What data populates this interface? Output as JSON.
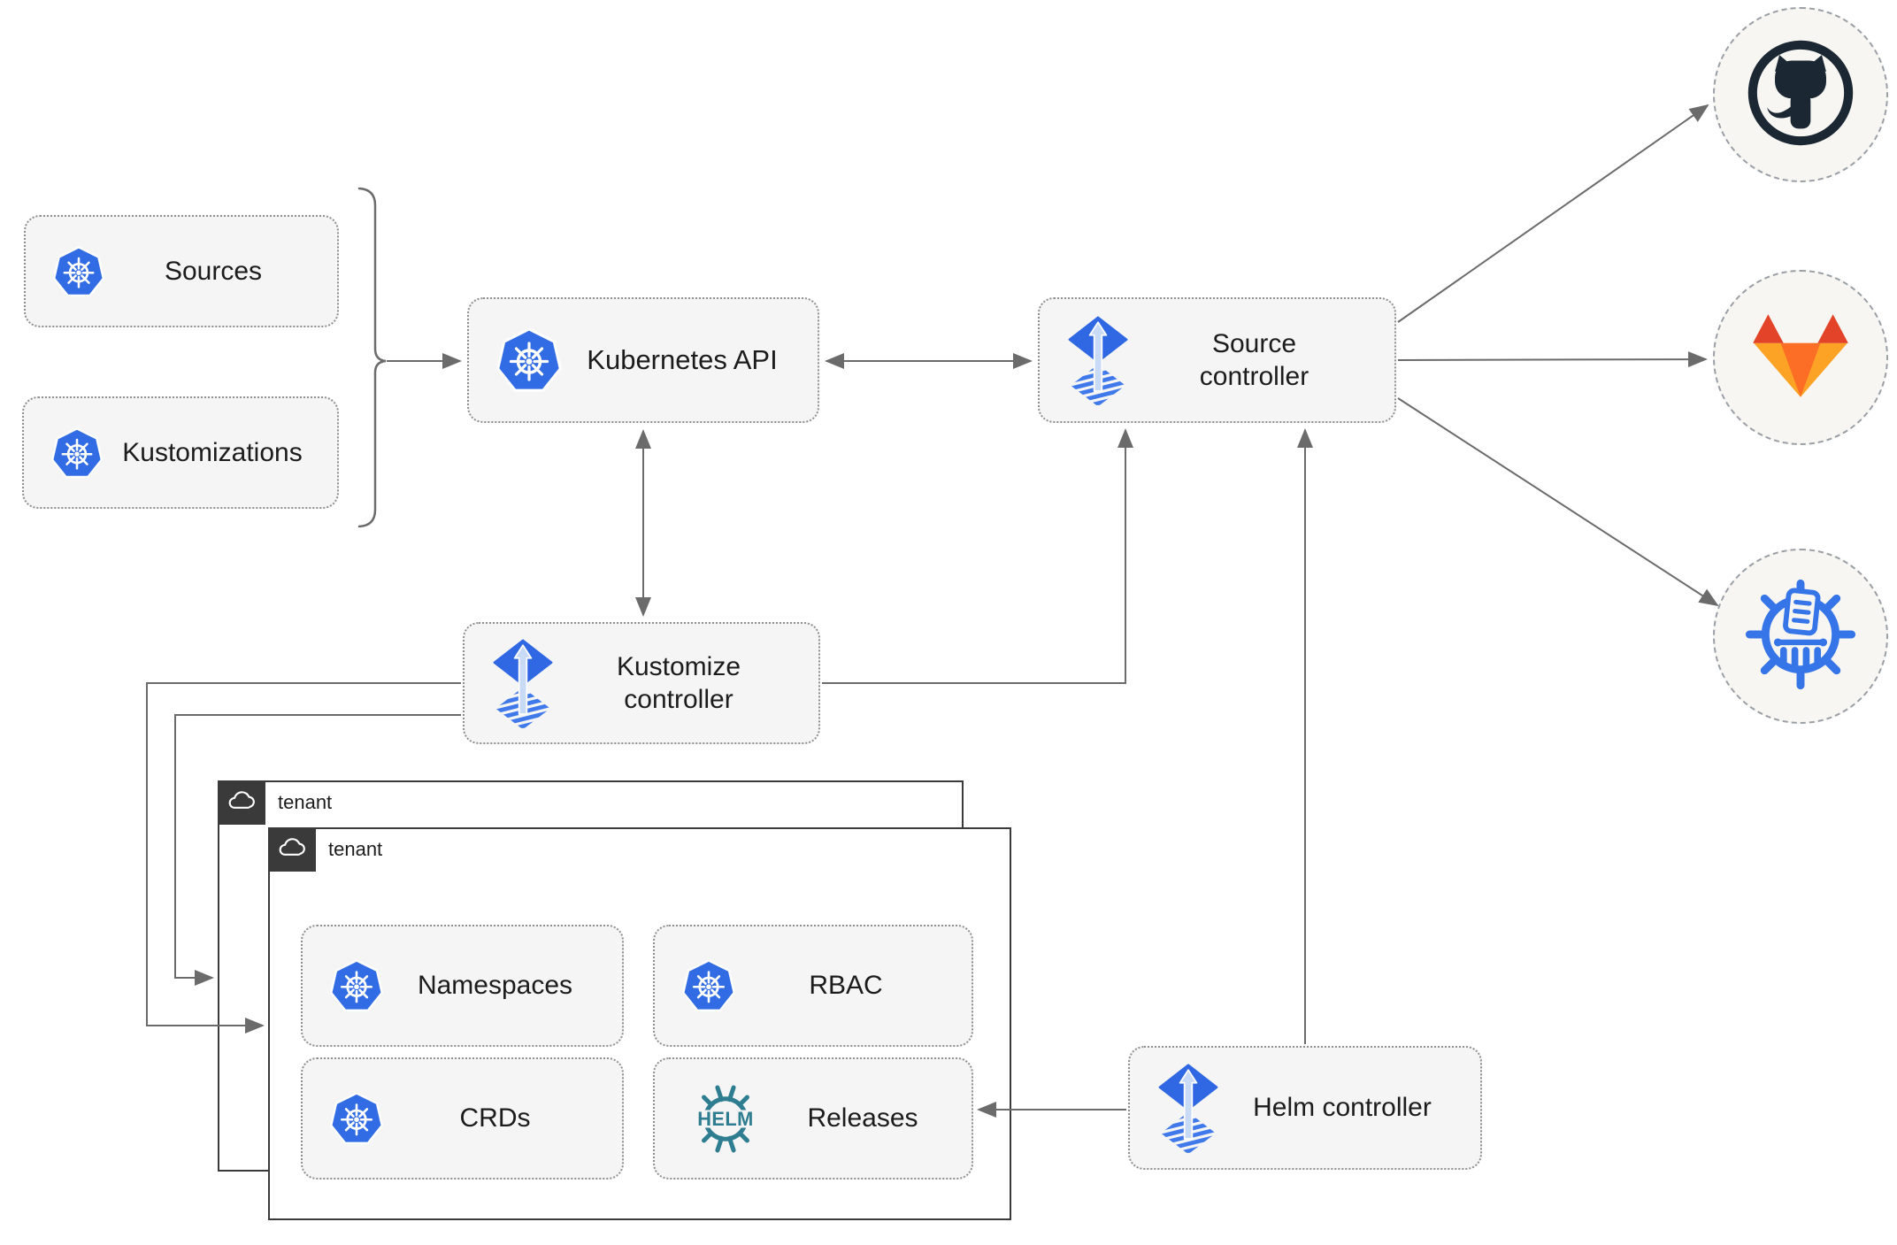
{
  "nodes": {
    "sources": {
      "label": "Sources",
      "icon": "kubernetes-icon"
    },
    "kustomizations": {
      "label": "Kustomizations",
      "icon": "kubernetes-icon"
    },
    "kubernetes_api": {
      "label": "Kubernetes API",
      "icon": "kubernetes-icon"
    },
    "source_controller": {
      "label": "Source controller",
      "icon": "flux-icon"
    },
    "kustomize_controller": {
      "label": "Kustomize controller",
      "icon": "flux-icon"
    },
    "helm_controller": {
      "label": "Helm controller",
      "icon": "flux-icon"
    },
    "namespaces": {
      "label": "Namespaces",
      "icon": "kubernetes-icon"
    },
    "rbac": {
      "label": "RBAC",
      "icon": "kubernetes-icon"
    },
    "crds": {
      "label": "CRDs",
      "icon": "kubernetes-icon"
    },
    "releases": {
      "label": "Releases",
      "icon": "helm-icon",
      "icon_text": "HELM"
    }
  },
  "tenants": {
    "back": {
      "label": "tenant",
      "icon": "cloud-icon"
    },
    "front": {
      "label": "tenant",
      "icon": "cloud-icon"
    }
  },
  "external": {
    "github": {
      "icon": "github-icon"
    },
    "gitlab": {
      "icon": "gitlab-icon"
    },
    "registry": {
      "icon": "container-registry-icon"
    }
  },
  "edges": [
    {
      "from": "sources+kustomizations",
      "to": "kubernetes_api",
      "style": "arrow"
    },
    {
      "from": "kubernetes_api",
      "to": "source_controller",
      "style": "double-arrow"
    },
    {
      "from": "kubernetes_api",
      "to": "kustomize_controller",
      "style": "double-arrow"
    },
    {
      "from": "kustomize_controller",
      "to": "source_controller",
      "style": "arrow"
    },
    {
      "from": "kustomize_controller",
      "to": "tenant_back",
      "style": "arrow"
    },
    {
      "from": "kustomize_controller",
      "to": "tenant_front",
      "style": "arrow"
    },
    {
      "from": "helm_controller",
      "to": "source_controller",
      "style": "arrow"
    },
    {
      "from": "helm_controller",
      "to": "releases",
      "style": "arrow"
    },
    {
      "from": "source_controller",
      "to": "github",
      "style": "arrow"
    },
    {
      "from": "source_controller",
      "to": "gitlab",
      "style": "arrow"
    },
    {
      "from": "source_controller",
      "to": "registry",
      "style": "arrow"
    }
  ],
  "colors": {
    "node_background": "#f5f5f5",
    "node_border": "#8f8f8f",
    "connector": "#6b6b6b",
    "tenant_border": "#3a3a3a",
    "tenant_tab": "#3a3a3a",
    "kubernetes_blue": "#326ce5",
    "flux_blue": "#3068e4",
    "flux_arrow_light": "#c9daf7",
    "helm_teal": "#2e7d91",
    "github_dark": "#1b2733",
    "gitlab_red": "#e24329",
    "gitlab_orange": "#fc6d26",
    "gitlab_light_orange": "#fca326",
    "registry_blue": "#3575e8",
    "endpoint_background": "#f7f6f2",
    "text": "#1c1c1c"
  }
}
